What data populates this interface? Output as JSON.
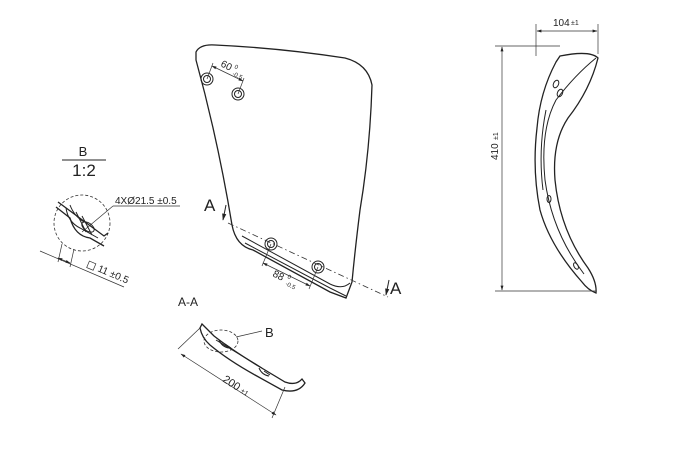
{
  "detail_view": {
    "label": "B",
    "scale": "1:2",
    "hole_callout": "4XØ21.5 ±0.5",
    "hole_depth": "11 ±0.5"
  },
  "front_view": {
    "dim_top": "60",
    "dim_top_tol_upper": "0",
    "dim_top_tol_lower": "-0.5",
    "dim_bottom": "88",
    "dim_bottom_tol_upper": "0",
    "dim_bottom_tol_lower": "-0.5",
    "section_label_left": "A",
    "section_label_right": "A"
  },
  "section_view": {
    "title": "A-A",
    "detail_ref": "B",
    "length": "200",
    "length_tol": "±1"
  },
  "side_view": {
    "width": "104",
    "width_tol": "±1",
    "height": "410",
    "height_tol": "±1"
  }
}
